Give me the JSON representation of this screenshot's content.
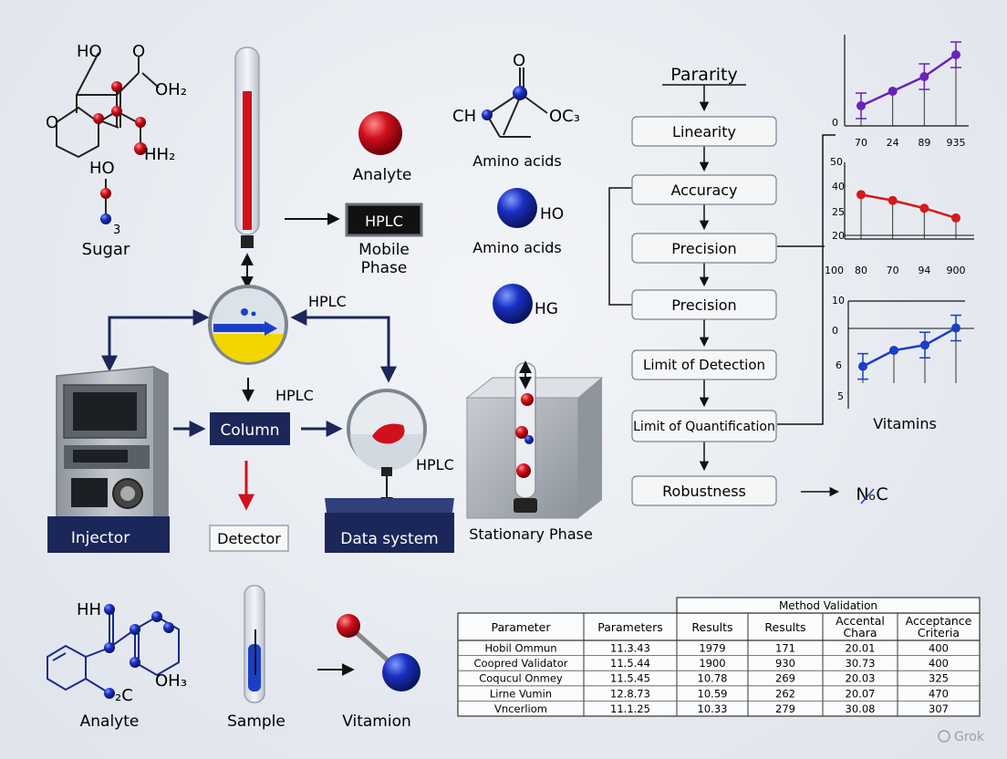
{
  "colors": {
    "navy": "#1b2659",
    "red": "#d0101c",
    "blue": "#1a3fc4",
    "purple": "#6a22b8",
    "chart_red": "#d41a1a"
  },
  "labels": {
    "sugar": "Sugar",
    "analyte_ball": "Analyte",
    "hplc_box": "HPLC",
    "mobile_phase_1": "Mobile",
    "mobile_phase_2": "Phase",
    "amino_acids_1": "Amino acids",
    "amino_acids_2": "Amino acids",
    "hplc_top": "HPLC",
    "hplc_mid": "HPLC",
    "hplc_right": "HPLC",
    "column": "Column",
    "injector": "Injector",
    "detector": "Detector",
    "data_system": "Data system",
    "stationary_phase": "Stationary Phase",
    "analyte_bottom": "Analyte",
    "sample": "Sample",
    "vitamion": "Vitamion",
    "vitamins": "Vitamins",
    "noc_formula": "NₒC",
    "watermark": "Grok"
  },
  "molecule_text": {
    "sugar_ho_top": "HO",
    "sugar_o": "O",
    "sugar_oh2": "OH₂",
    "sugar_o_ring": "O",
    "sugar_hh2": "HH₂",
    "sugar_ho_bottom": "HO",
    "sugar_sub3": "3",
    "amino_o": "O",
    "amino_ch": "CH",
    "amino_oc3": "OC₃",
    "ball_ho": "HO",
    "ball_hg": "HG",
    "analyte_hh": "HH",
    "analyte_oh3": "OH₃",
    "analyte_c": "₂C"
  },
  "flowchart": {
    "title": "Pararity",
    "steps": [
      "Linearity",
      "Accuracy",
      "Precision",
      "Precision",
      "Limit of Detection",
      "Limit of Quantification",
      "Robustness"
    ]
  },
  "chart_data": [
    {
      "type": "line",
      "color": "#6a22b8",
      "x_tick_labels": [
        "70",
        "24",
        "89",
        "935"
      ],
      "y_tick_labels": [
        "0"
      ],
      "values": [
        1,
        2,
        3,
        4.5
      ],
      "ylim": [
        0,
        5
      ],
      "error_bars": true
    },
    {
      "type": "line",
      "color": "#d41a1a",
      "x_tick_labels": [
        "80",
        "70",
        "94",
        "900"
      ],
      "y_tick_labels": [
        "50",
        "40",
        "25",
        "20",
        "100"
      ],
      "values": [
        40,
        37,
        33,
        28
      ],
      "ylim": [
        20,
        50
      ],
      "error_bars": false
    },
    {
      "type": "line",
      "color": "#1a3fc4",
      "x_tick_labels": [],
      "y_tick_labels": [
        "10",
        "0",
        "6",
        "5"
      ],
      "values": [
        1.4,
        2.9,
        3.4,
        5.0
      ],
      "ylim": [
        0,
        6.5
      ],
      "error_bars": true
    }
  ],
  "table": {
    "title": "Method Validation",
    "headers": [
      "Parameter",
      "Parameters",
      "Results",
      "Results",
      "Accental Chara",
      "Acceptance Criteria"
    ],
    "rows": [
      [
        "Hobil Ommun",
        "11.3.43",
        "1979",
        "171",
        "20.01",
        "400"
      ],
      [
        "Coopred Validator",
        "11.5.44",
        "1900",
        "930",
        "30.73",
        "400"
      ],
      [
        "Coqucul Onmey",
        "11.5.45",
        "10.78",
        "269",
        "20.03",
        "325"
      ],
      [
        "Lirne Vumin",
        "12.8.73",
        "10.59",
        "262",
        "20.07",
        "470"
      ],
      [
        "Vncerliom",
        "11.1.25",
        "10.33",
        "279",
        "30.08",
        "307"
      ]
    ]
  }
}
